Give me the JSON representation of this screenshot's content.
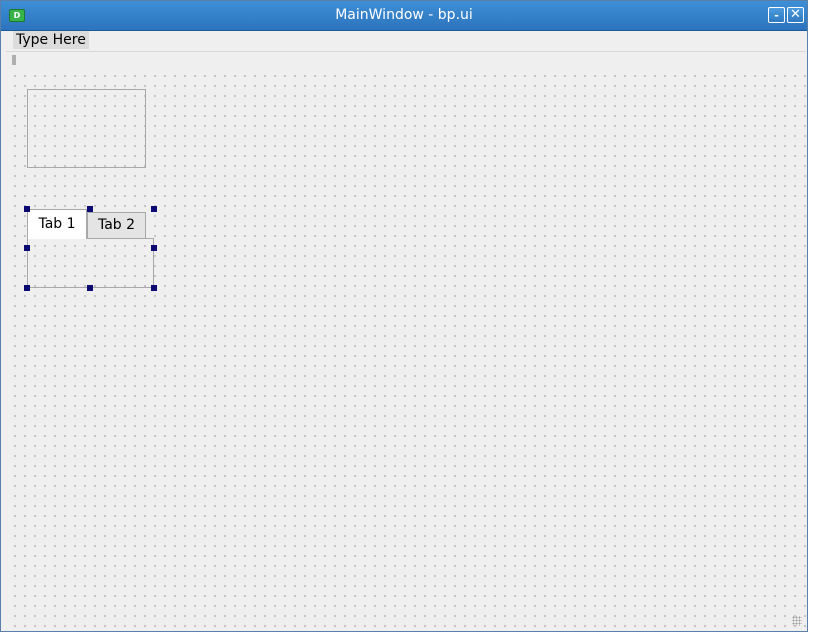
{
  "window": {
    "title": "MainWindow - bp.ui",
    "icon_text": "D",
    "minimize_label": "-",
    "close_label": "✕"
  },
  "menubar": {
    "items": [
      {
        "label": "Type Here"
      }
    ]
  },
  "tabwidget": {
    "tabs": [
      {
        "label": "Tab 1",
        "selected": true
      },
      {
        "label": "Tab 2",
        "selected": false
      }
    ]
  },
  "colors": {
    "titlebar": "#2c74bd",
    "selection_handle": "#0a0a72",
    "canvas": "#efefef"
  }
}
